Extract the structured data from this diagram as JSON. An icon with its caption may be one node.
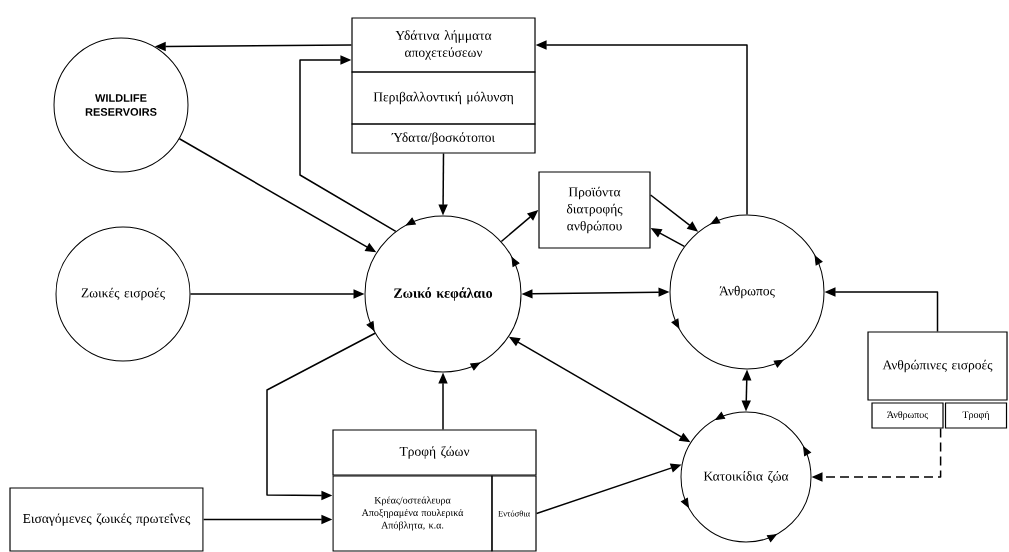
{
  "diagram": {
    "nodes": [
      {
        "text": [
          "Υδάτινα λήμματα αποχετεύσεων"
        ]
      },
      {
        "text": [
          "Περιβαλλοντική μόλυνση"
        ]
      },
      {
        "text": [
          "Ύδατα/βοσκότοποι"
        ]
      },
      {
        "text": [
          "WILDLIFE RESERVOIRS"
        ]
      },
      {
        "text": [
          "Ζωικές εισροές"
        ]
      },
      {
        "text": [
          "Ζωικό κεφάλαιο"
        ]
      },
      {
        "text": [
          "Προϊόντα διατροφής ανθρώπου"
        ]
      },
      {
        "text": [
          "Άνθρωπος"
        ]
      },
      {
        "text": [
          "Ανθρώπινες εισροές"
        ]
      },
      {
        "text": [
          "Άνθρωπος"
        ]
      },
      {
        "text": [
          "Τροφή"
        ]
      },
      {
        "text": [
          "Τροφή ζώων"
        ]
      },
      {
        "text": [
          "Κρέας/οστεάλευρα",
          "Αποξηραμένα πουλερικά",
          "Απόβλητα, κ.α."
        ]
      },
      {
        "text": [
          "Εντόσθια"
        ]
      },
      {
        "text": [
          "Κατοικίδια ζώα"
        ]
      },
      {
        "text": [
          "Εισαγόμενες ζωικές πρωτεΐνες"
        ]
      }
    ],
    "edges": [
      {
        "from": 0,
        "to": 3,
        "arrow": "to"
      },
      {
        "from": 3,
        "to": 5,
        "arrow": "to"
      },
      {
        "from": 4,
        "to": 5,
        "arrow": "to"
      },
      {
        "from": 5,
        "to": 0,
        "arrow": "to"
      },
      {
        "from": 7,
        "to": 0,
        "arrow": "to"
      },
      {
        "from": 2,
        "to": 5,
        "arrow": "to"
      },
      {
        "from": 5,
        "to": 6,
        "arrow": "to"
      },
      {
        "from": 6,
        "to": 7,
        "arrow": "to"
      },
      {
        "from": 7,
        "to": 6,
        "arrow": "to"
      },
      {
        "from": 5,
        "to": 7,
        "arrow": "both"
      },
      {
        "from": 5,
        "to": 14,
        "arrow": "both"
      },
      {
        "from": 7,
        "to": 14,
        "arrow": "both"
      },
      {
        "from": 8,
        "to": 7,
        "arrow": "to"
      },
      {
        "from": 9,
        "to": 14,
        "arrow": "to",
        "style": "dashed"
      },
      {
        "from": 11,
        "to": 5,
        "arrow": "to"
      },
      {
        "from": 5,
        "to": 12,
        "arrow": "to"
      },
      {
        "from": 15,
        "to": 12,
        "arrow": "to"
      },
      {
        "from": 13,
        "to": 14,
        "arrow": "to"
      }
    ]
  }
}
